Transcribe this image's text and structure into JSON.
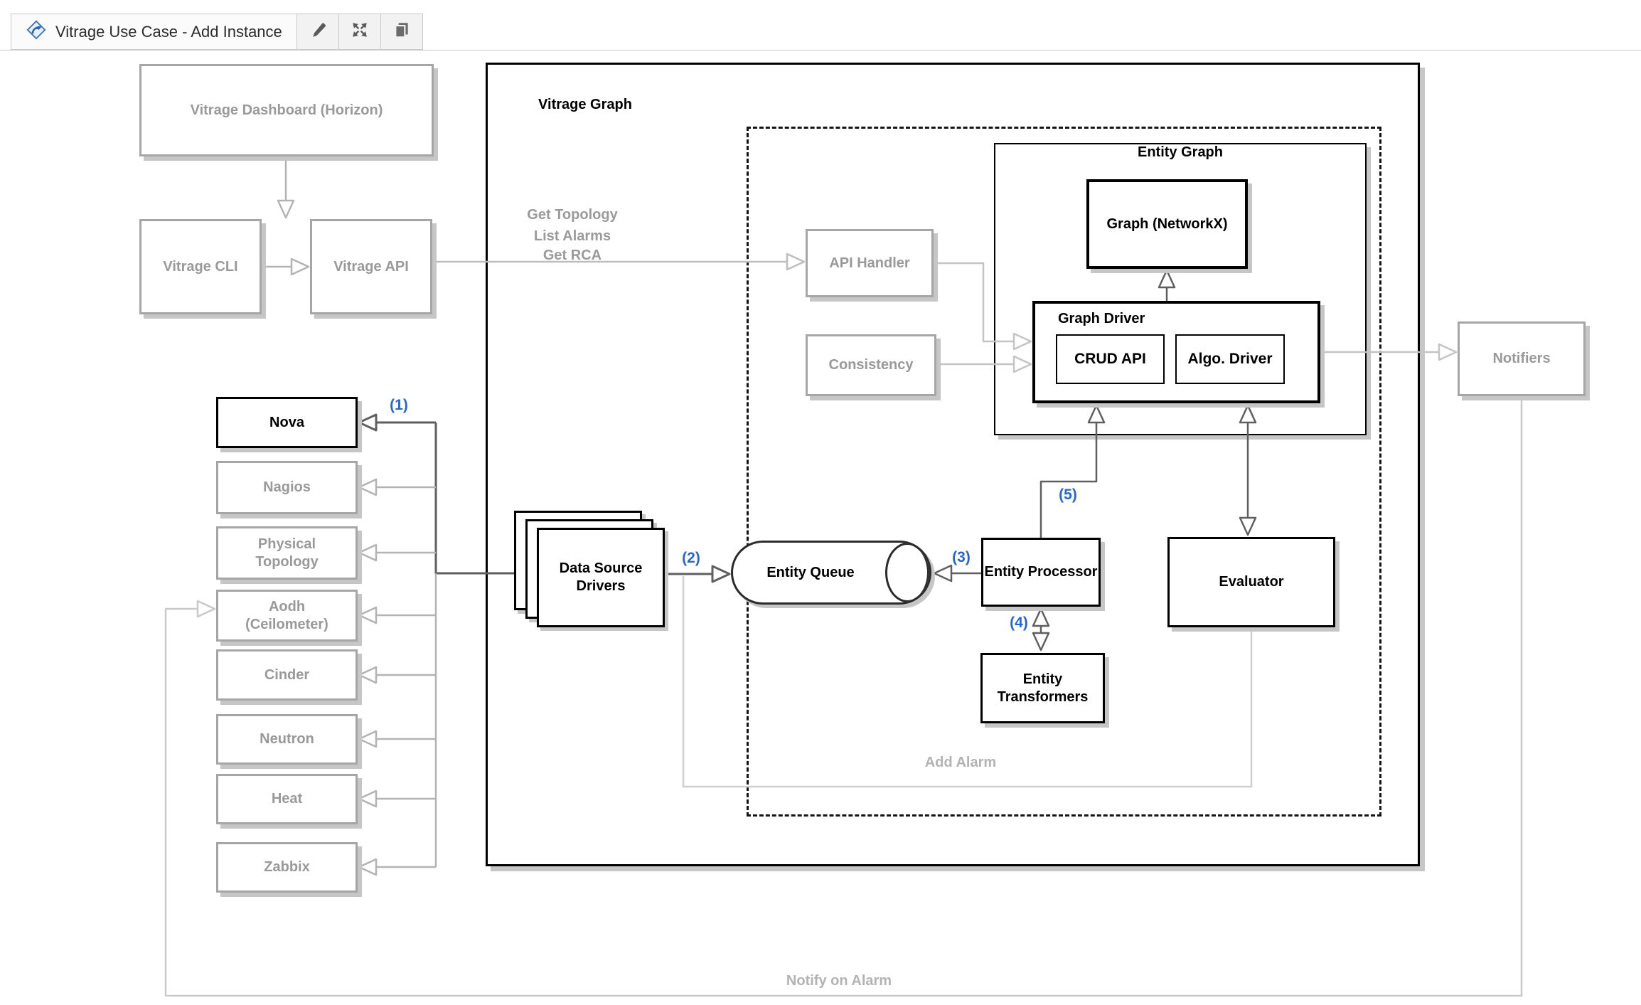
{
  "toolbar": {
    "title": "Vitrage Use Case - Add Instance",
    "icons": {
      "logo": "drawio-diamond",
      "edit": "pencil",
      "fullscreen": "expand-arrows",
      "copy": "copy-pages"
    }
  },
  "diagram": {
    "colors": {
      "accent_blue": "#2566d2",
      "gray_box_border": "#a6a6a6",
      "gray_text": "#999999",
      "dark_line": "#5f5f5f",
      "light_line": "#b3b3b3",
      "shadow": "#c6c6c6"
    },
    "nodes": {
      "dashboard": "Vitrage Dashboard (Horizon)",
      "cli": "Vitrage CLI",
      "api": "Vitrage API",
      "vitrage_graph": "Vitrage Graph",
      "api_handler": "API Handler",
      "consistency": "Consistency",
      "entity_graph": "Entity Graph",
      "graph_networkx": "Graph (NetworkX)",
      "graph_driver": "Graph Driver",
      "crud_api": "CRUD API",
      "algo_driver": "Algo. Driver",
      "notifiers": "Notifiers",
      "data_source_drivers": "Data Source Drivers",
      "entity_queue": "Entity Queue",
      "entity_processor": "Entity Processor",
      "entity_transformers": "Entity Transformers",
      "evaluator": "Evaluator"
    },
    "sources": [
      "Nova",
      "Nagios",
      "Physical Topology",
      "Aodh (Ceilometer)",
      "Cinder",
      "Neutron",
      "Heat",
      "Zabbix"
    ],
    "edge_labels": {
      "step1": "(1)",
      "step2": "(2)",
      "step3": "(3)",
      "step4": "(4)",
      "step5": "(5)",
      "get_topology": "Get Topology",
      "list_alarms": "List Alarms",
      "get_rca": "Get RCA",
      "add_alarm": "Add Alarm",
      "notify_on_alarm": "Notify on Alarm"
    }
  }
}
